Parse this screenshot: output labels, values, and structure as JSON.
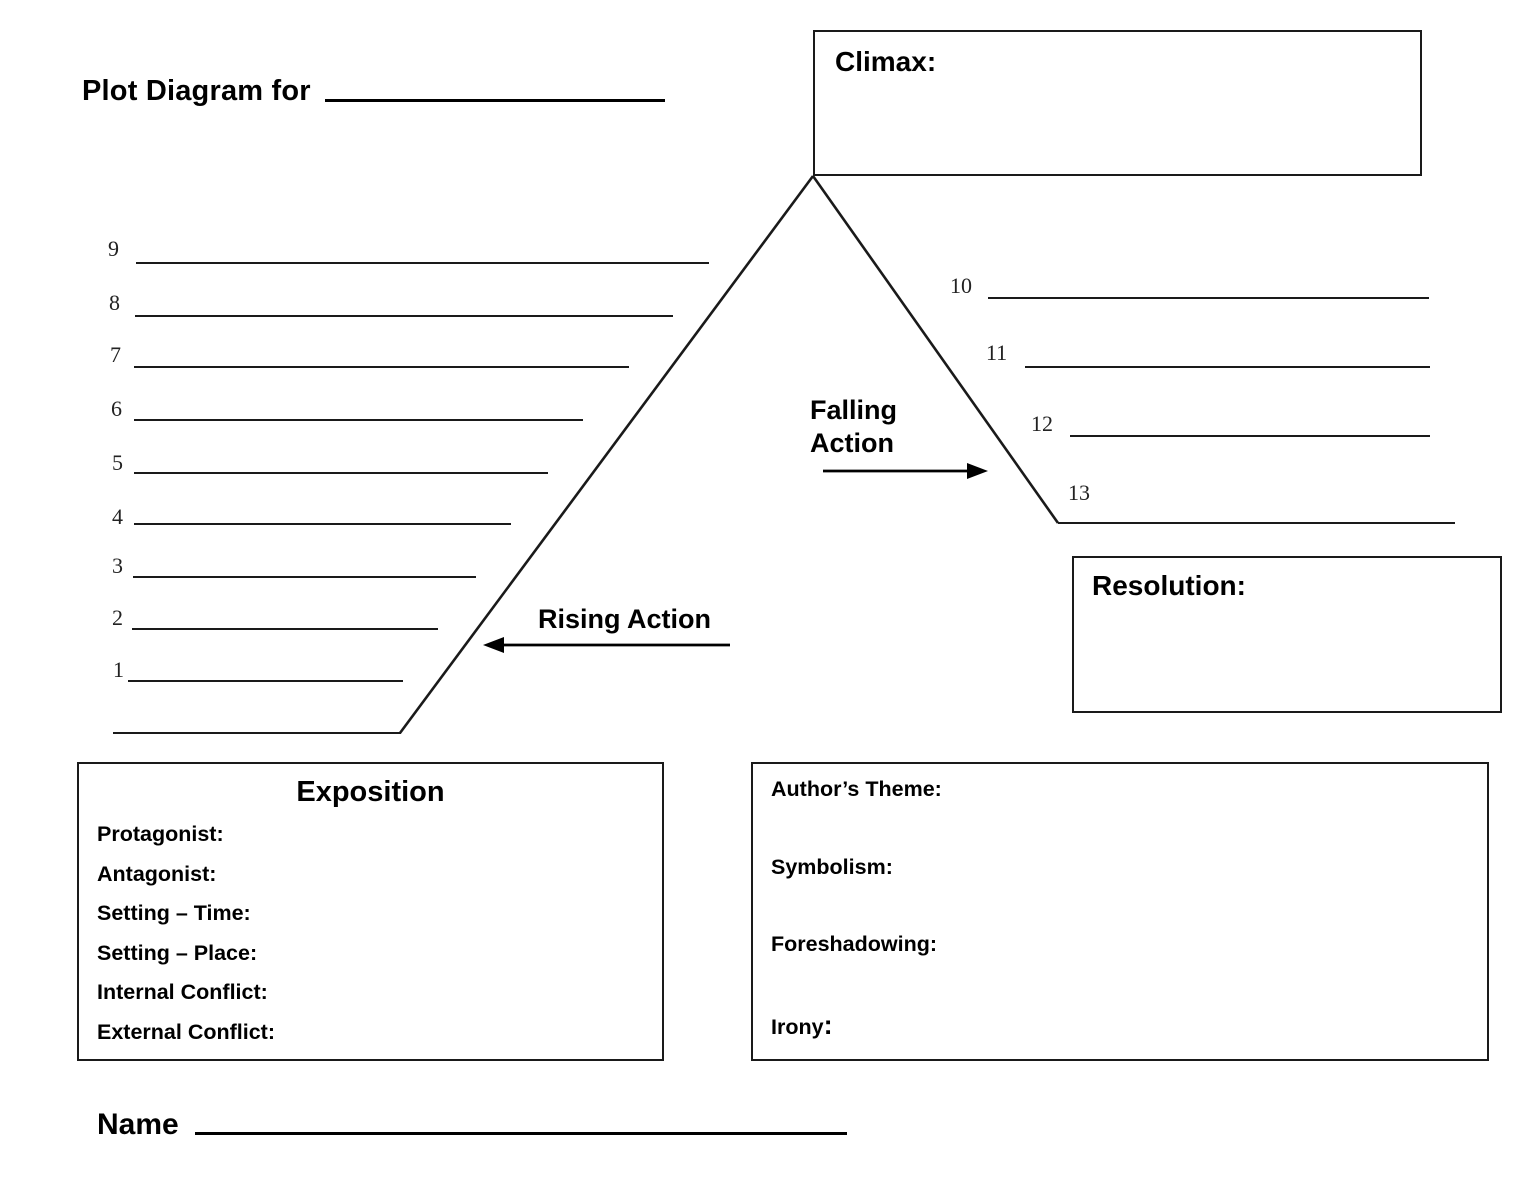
{
  "title": {
    "label": "Plot Diagram for",
    "blank": ""
  },
  "climax": {
    "label": "Climax:"
  },
  "resolution": {
    "label": "Resolution:"
  },
  "stages": {
    "rising_action": "Rising Action",
    "falling_action": "Falling\nAction"
  },
  "rising_numbers": [
    "1",
    "2",
    "3",
    "4",
    "5",
    "6",
    "7",
    "8",
    "9"
  ],
  "falling_numbers": [
    "10",
    "11",
    "12",
    "13"
  ],
  "exposition": {
    "title": "Exposition",
    "fields": [
      "Protagonist:",
      "Antagonist:",
      "Setting – Time:",
      "Setting – Place:",
      "Internal Conflict:",
      "External Conflict:"
    ]
  },
  "analysis": {
    "fields": [
      "Author’s Theme:",
      "Symbolism:",
      "Foreshadowing:",
      "Irony"
    ],
    "irony_colon": ":"
  },
  "name": {
    "label": "Name",
    "blank": ""
  },
  "colors": {
    "ink": "#000000",
    "line": "#1a1a1a",
    "paper": "#ffffff"
  }
}
